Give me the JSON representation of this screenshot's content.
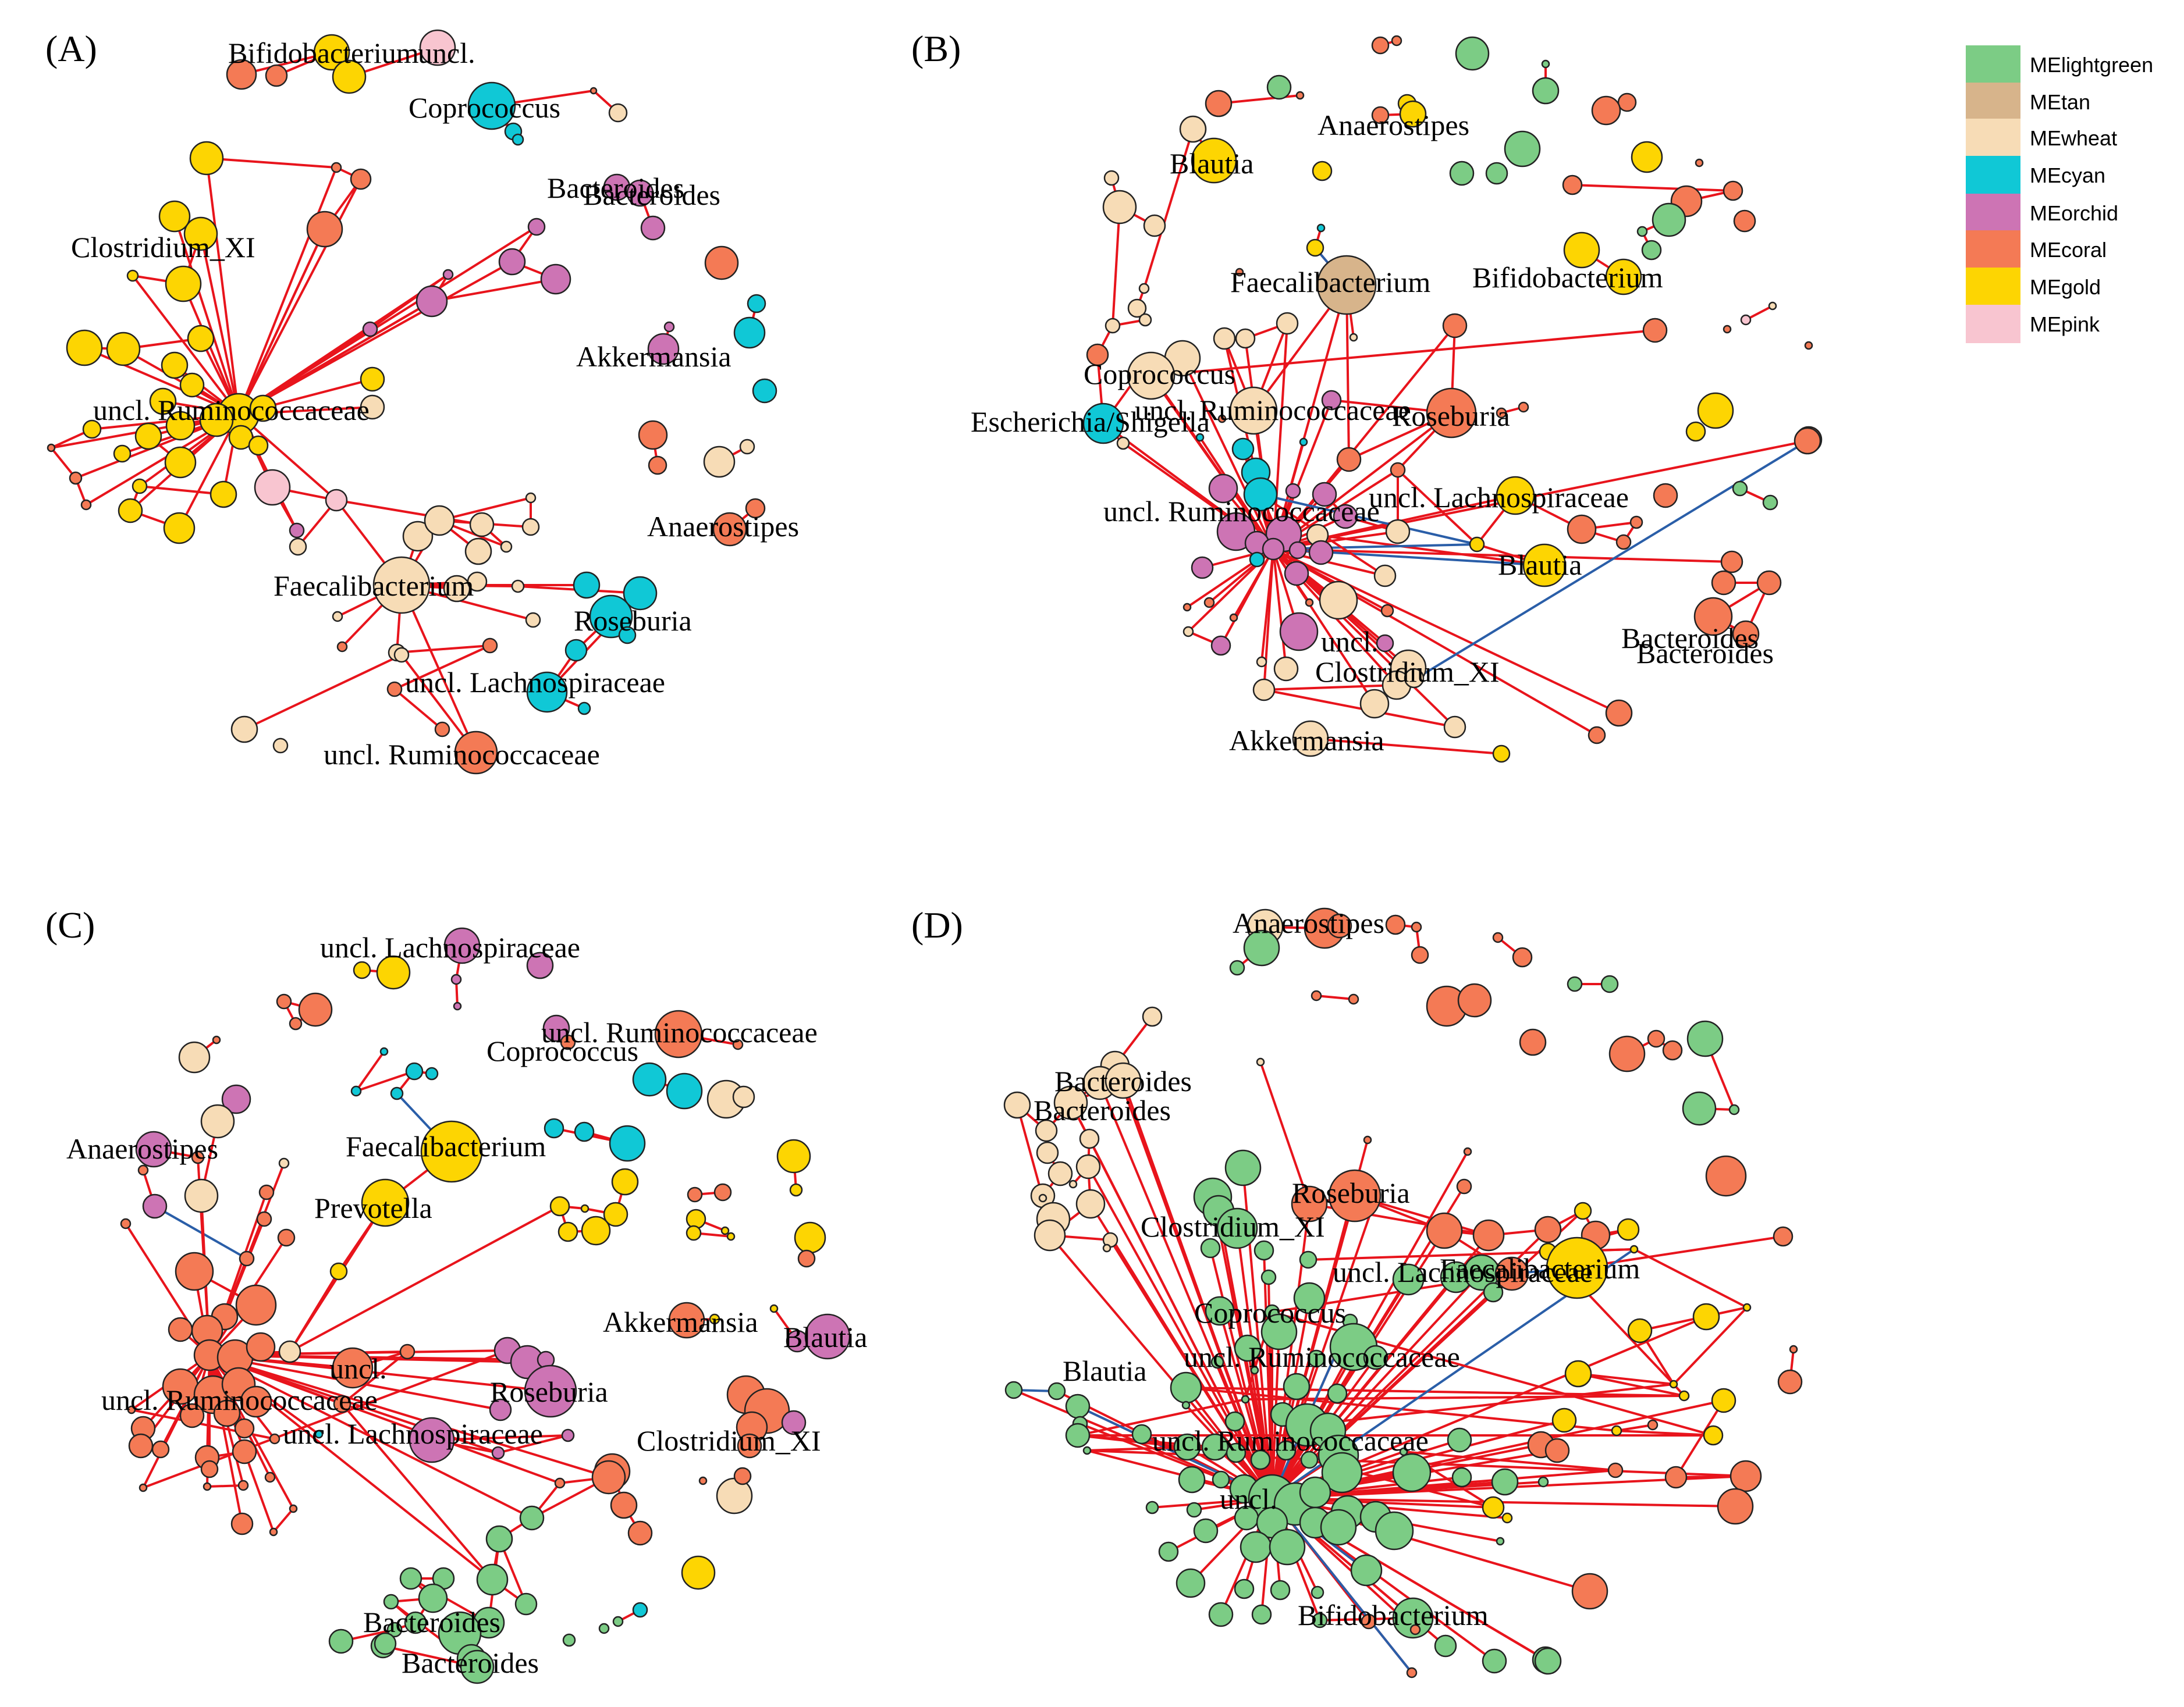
{
  "modules": {
    "MElightgreen": "#7ccc85",
    "MEtan": "#d7b48b",
    "MEwheat": "#f7dcb6",
    "MEcyan": "#10c8d6",
    "MEorchid": "#cd74b4",
    "MEcoral": "#f47a55",
    "MEgold": "#fdd502",
    "MEpink": "#f8c5d0"
  },
  "legend": {
    "items": [
      {
        "label": "MElightgreen",
        "color": "#7ccc85"
      },
      {
        "label": "MEtan",
        "color": "#d7b48b"
      },
      {
        "label": "MEwheat",
        "color": "#f7dcb6"
      },
      {
        "label": "MEcyan",
        "color": "#10c8d6"
      },
      {
        "label": "MEorchid",
        "color": "#cd74b4"
      },
      {
        "label": "MEcoral",
        "color": "#f47a55"
      },
      {
        "label": "MEgold",
        "color": "#fdd502"
      },
      {
        "label": "MEpink",
        "color": "#f8c5d0"
      }
    ]
  },
  "panels": [
    {
      "id": "A",
      "label": "(A)",
      "node_labels": [
        "Bifidobacterium",
        "uncl.",
        "Coprococcus",
        "Bacteroides",
        "Bacteroides",
        "Clostridium_XI",
        "Akkermansia",
        "uncl. Ruminococcaceae",
        "Anaerostipes",
        "Faecalibacterium",
        "Roseburia",
        "uncl. Lachnospiraceae",
        "uncl. Ruminococcaceae"
      ]
    },
    {
      "id": "B",
      "label": "(B)",
      "node_labels": [
        "Anaerostipes",
        "Blautia",
        "Faecalibacterium",
        "Bifidobacterium",
        "Coprococcus",
        "uncl. Ruminococcaceae",
        "Escherichia/Shigella",
        "Roseburia",
        "uncl. Lachnospiraceae",
        "uncl. Ruminococcaceae",
        "Blautia",
        "Bacteroides",
        "Bacteroides",
        "uncl.",
        "Clostridium_XI",
        "Akkermansia"
      ]
    },
    {
      "id": "C",
      "label": "(C)",
      "node_labels": [
        "uncl. Lachnospiraceae",
        "uncl. Ruminococcaceae",
        "Coprococcus",
        "Anaerostipes",
        "Faecalibacterium",
        "Prevotella",
        "Akkermansia",
        "Blautia",
        "uncl.",
        "uncl. Ruminococcaceae",
        "Roseburia",
        "uncl. Lachnospiraceae",
        "Clostridium_XI",
        "Bacteroides",
        "Bacteroides"
      ]
    },
    {
      "id": "D",
      "label": "(D)",
      "node_labels": [
        "Anaerostipes",
        "Bacteroides",
        "Bacteroides",
        "Roseburia",
        "Clostridium_XI",
        "uncl. Lachnospiraceae",
        "Faecalibacterium",
        "Coprococcus",
        "uncl. Ruminococcaceae",
        "Blautia",
        "uncl. Ruminococcaceae",
        "uncl.",
        "Bifidobacterium"
      ]
    }
  ]
}
